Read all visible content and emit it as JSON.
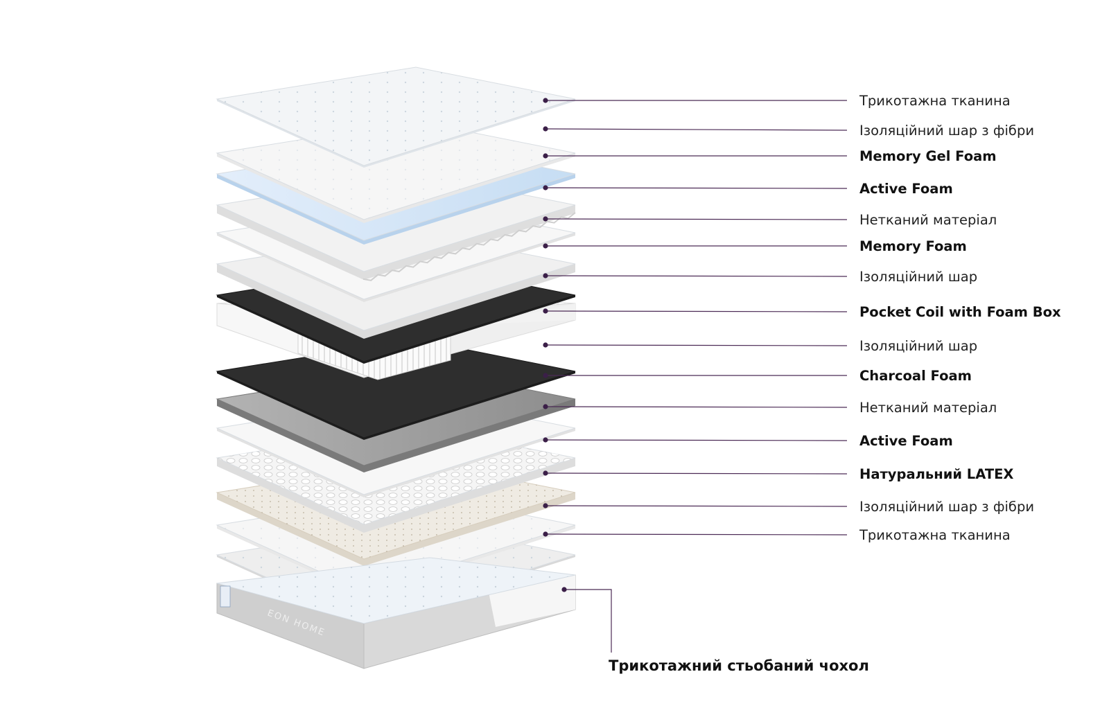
{
  "colors": {
    "leader": "#4b2a55",
    "dot": "#3b1f48",
    "fabric": "#f3f5f7",
    "fiber": "#f6f6f6",
    "gel": "#d5e7f8",
    "foam_white": "#f2f2f2",
    "nonwoven": "#f7f7f7",
    "felt_dark": "#2e2e2e",
    "coil": "#f4f4f4",
    "charcoal": "#9a9a9a",
    "latex": "#efebe3",
    "cover_side": "#c6c6c6",
    "cover_top": "#eef3f8"
  },
  "layers": [
    {
      "label": "Трикотажна тканина",
      "bold": false,
      "kind": "fabric",
      "icon": "quilted-fabric-icon"
    },
    {
      "label": "Ізоляційний шар з фібри",
      "bold": false,
      "kind": "fiber",
      "icon": "fiber-layer-icon"
    },
    {
      "label": "Memory Gel Foam",
      "bold": true,
      "kind": "gel",
      "icon": "gel-foam-icon"
    },
    {
      "label": "Active Foam",
      "bold": true,
      "kind": "wavefoam",
      "icon": "wave-foam-icon"
    },
    {
      "label": "Нетканий матеріал",
      "bold": false,
      "kind": "nonwoven",
      "icon": "nonwoven-icon"
    },
    {
      "label": "Memory Foam",
      "bold": true,
      "kind": "foam",
      "icon": "memory-foam-icon"
    },
    {
      "label": "Ізоляційний шар",
      "bold": false,
      "kind": "felt",
      "icon": "felt-layer-icon"
    },
    {
      "label": "Pocket Coil with Foam Box",
      "bold": true,
      "kind": "coil",
      "icon": "pocket-coil-icon"
    },
    {
      "label": "Ізоляційний шар",
      "bold": false,
      "kind": "felt",
      "icon": "felt-layer-icon"
    },
    {
      "label": "Charcoal Foam",
      "bold": true,
      "kind": "charcoal",
      "icon": "charcoal-foam-icon"
    },
    {
      "label": "Нетканий матеріал",
      "bold": false,
      "kind": "nonwoven",
      "icon": "nonwoven-icon"
    },
    {
      "label": "Active Foam",
      "bold": true,
      "kind": "eggcrate",
      "icon": "eggcrate-foam-icon"
    },
    {
      "label": "Натуральний LATEX",
      "bold": true,
      "kind": "latex",
      "icon": "latex-layer-icon"
    },
    {
      "label": "Ізоляційний шар з фібри",
      "bold": false,
      "kind": "fiber",
      "icon": "fiber-layer-icon"
    },
    {
      "label": "Трикотажна тканина",
      "bold": false,
      "kind": "fabric2",
      "icon": "quilted-fabric-icon"
    }
  ],
  "cover": {
    "label": "Трикотажний стьобаний чохол",
    "brand": "EON HOME",
    "icon": "mattress-cover-icon"
  }
}
